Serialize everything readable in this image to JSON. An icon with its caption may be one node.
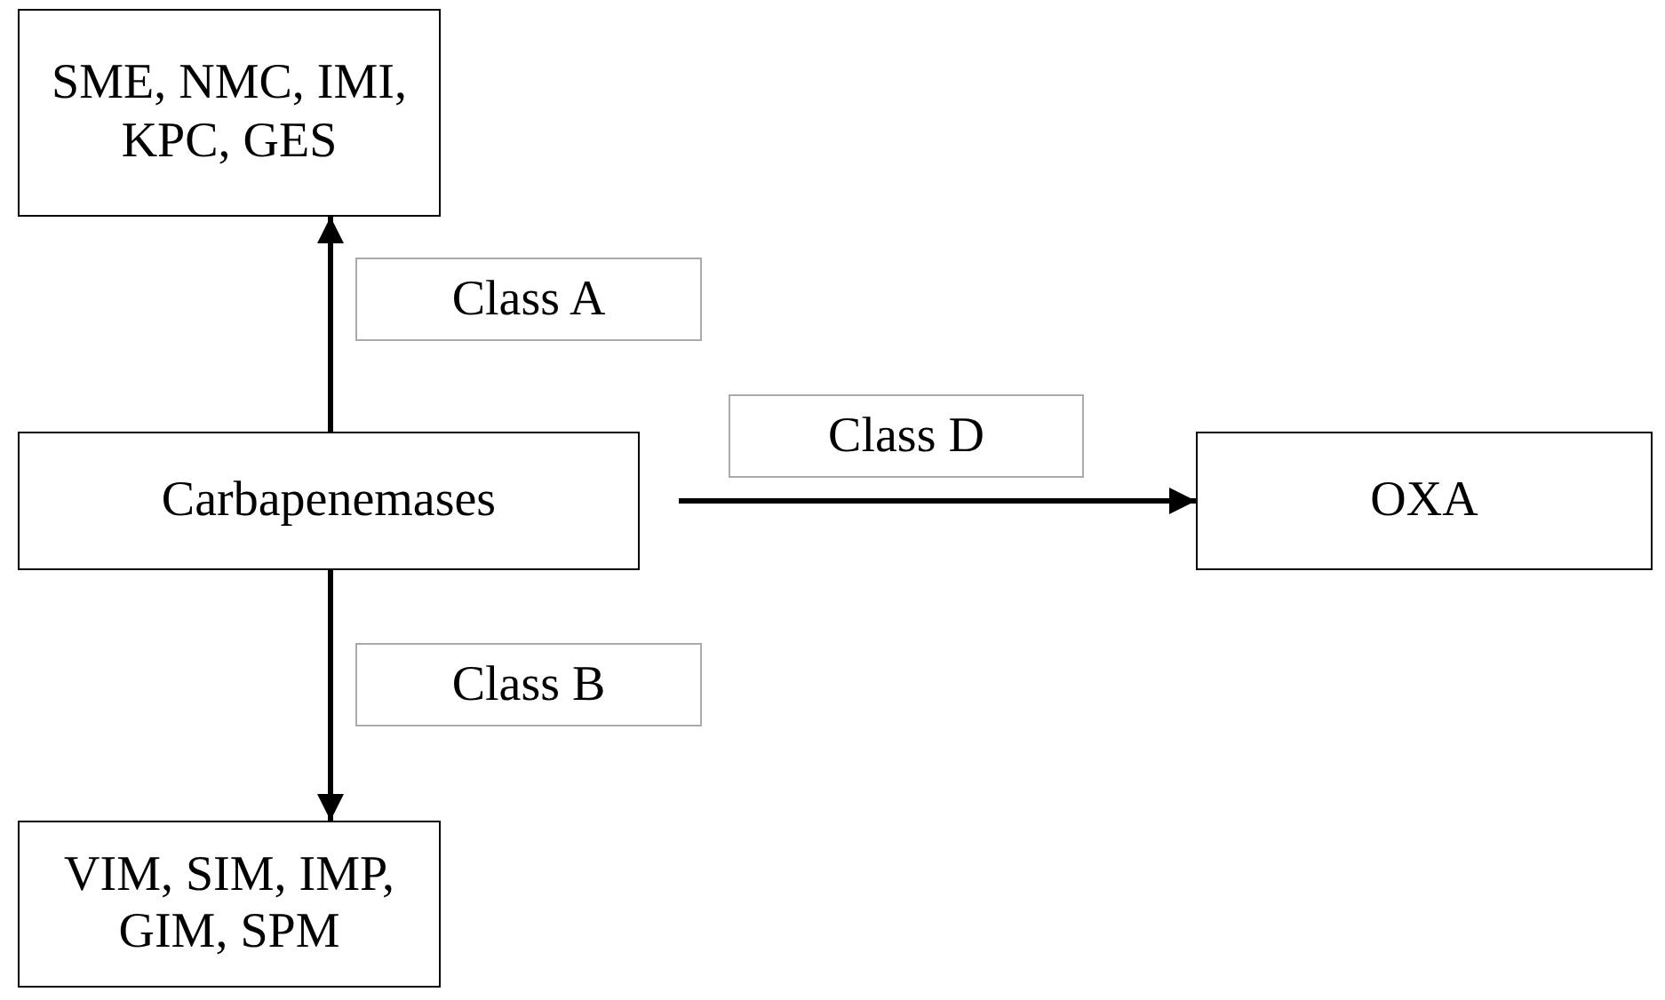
{
  "diagram": {
    "nodes": [
      {
        "text": [
          "SME, NMC, IMI, KPC, GES"
        ]
      },
      {
        "text": [
          "Carbapenemases"
        ]
      },
      {
        "text": [
          "OXA"
        ]
      },
      {
        "text": [
          "VIM, SIM, IMP, GIM, SPM"
        ]
      }
    ],
    "edges": [
      {
        "from": 1,
        "to": 0,
        "arrow": "to",
        "label": "Class A"
      },
      {
        "from": 1,
        "to": 2,
        "arrow": "to",
        "label": "Class D"
      },
      {
        "from": 1,
        "to": 3,
        "arrow": "to",
        "label": "Class B"
      }
    ]
  }
}
